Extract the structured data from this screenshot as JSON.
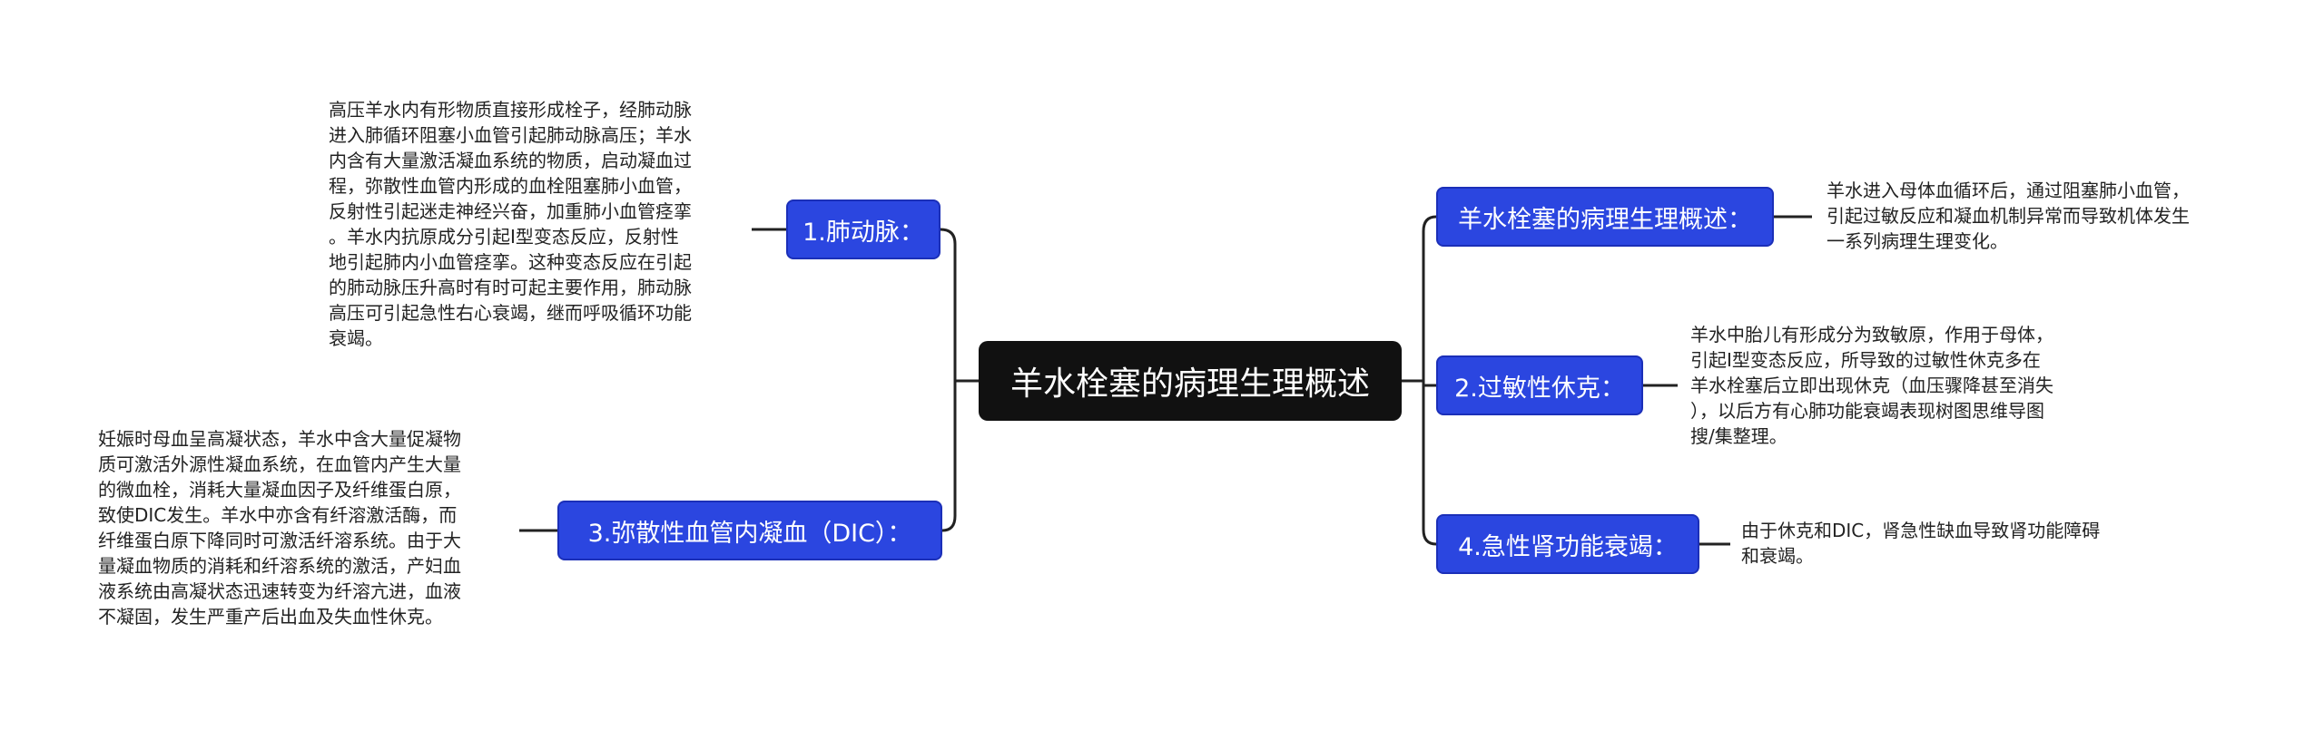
{
  "root": {
    "title": "羊水栓塞的病理生理概述"
  },
  "branches": [
    {
      "label": "1.肺动脉：",
      "detail": "高压羊水内有形物质直接形成栓子，经肺动脉\n进入肺循环阻塞小血管引起肺动脉高压；羊水\n内含有大量激活凝血系统的物质，启动凝血过\n程，弥散性血管内形成的血栓阻塞肺小血管，\n反射性引起迷走神经兴奋，加重肺小血管痉挛\n。羊水内抗原成分引起Ⅰ型变态反应，反射性\n地引起肺内小血管痉挛。这种变态反应在引起\n的肺动脉压升高时有时可起主要作用，肺动脉\n高压可引起急性右心衰竭，继而呼吸循环功能\n衰竭。"
    },
    {
      "label": "3.弥散性血管内凝血（DIC）：",
      "detail": "妊娠时母血呈高凝状态，羊水中含大量促凝物\n质可激活外源性凝血系统，在血管内产生大量\n的微血栓，消耗大量凝血因子及纤维蛋白原，\n致使DIC发生。羊水中亦含有纤溶激活酶，而\n纤维蛋白原下降同时可激活纤溶系统。由于大\n量凝血物质的消耗和纤溶系统的激活，产妇血\n液系统由高凝状态迅速转变为纤溶亢进，血液\n不凝固，发生严重产后出血及失血性休克。"
    },
    {
      "label": "羊水栓塞的病理生理概述：",
      "detail": "羊水进入母体血循环后，通过阻塞肺小血管，\n引起过敏反应和凝血机制异常而导致机体发生\n一系列病理生理变化。"
    },
    {
      "label": "2.过敏性休克：",
      "detail": "羊水中胎儿有形成分为致敏原，作用于母体，\n引起Ⅰ型变态反应，所导致的过敏性休克多在\n羊水栓塞后立即出现休克（血压骤降甚至消失\n），以后方有心肺功能衰竭表现树图思维导图\n搜/集整理。"
    },
    {
      "label": "4.急性肾功能衰竭：",
      "detail": "由于休克和DIC，肾急性缺血导致肾功能障碍\n和衰竭。"
    }
  ],
  "colors": {
    "root_bg": "#111111",
    "branch_bg": "#2b46e0",
    "line": "#222222",
    "text": "#222222"
  }
}
